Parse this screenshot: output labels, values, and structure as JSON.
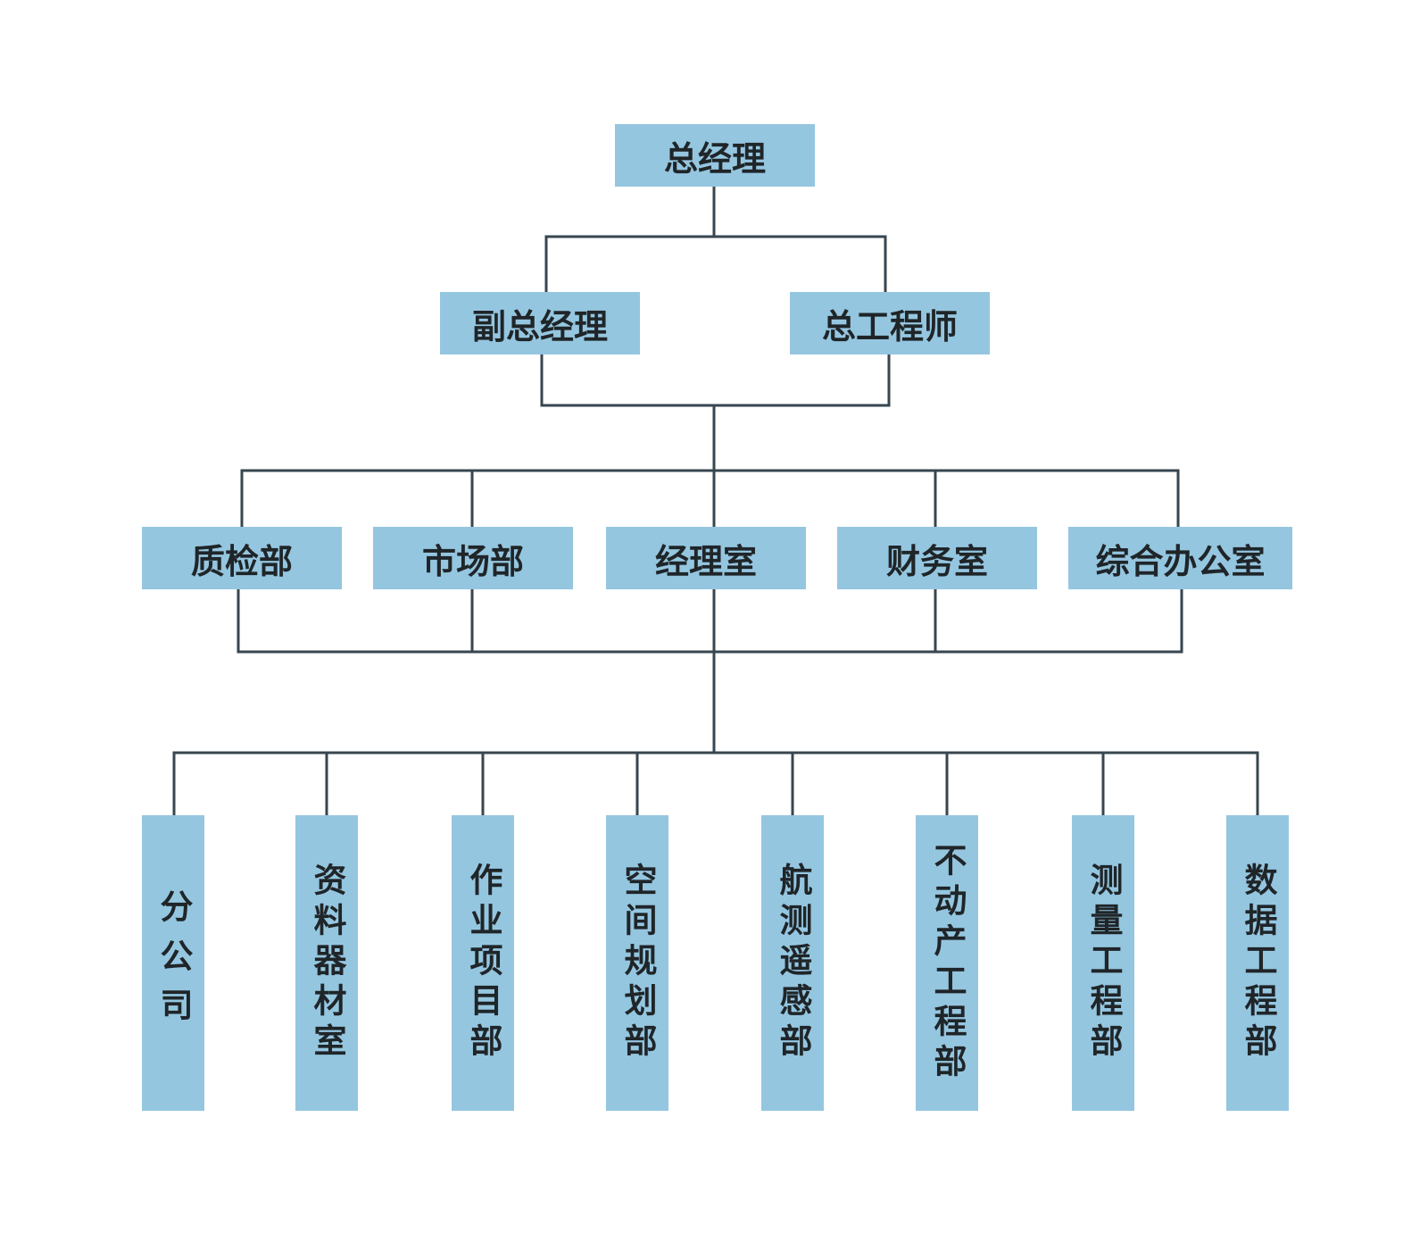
{
  "title": "",
  "colors": {
    "node_fill": "#95c6e0",
    "line": "#37464f",
    "text": "#1f2528"
  },
  "nodes": {
    "ceo": "总经理",
    "deputy": "副总经理",
    "chief_engineer": "总工程师",
    "quality": "质检部",
    "market": "市场部",
    "manager_office": "经理室",
    "finance": "财务室",
    "general_office": "综合办公室",
    "branch": "分公司",
    "materials": "资料器材室",
    "operations": "作业项目部",
    "spatial_planning": "空间规划部",
    "aerial_survey": "航测遥感部",
    "real_estate": "不动产工程部",
    "survey_eng": "测量工程部",
    "data_eng": "数据工程部"
  }
}
